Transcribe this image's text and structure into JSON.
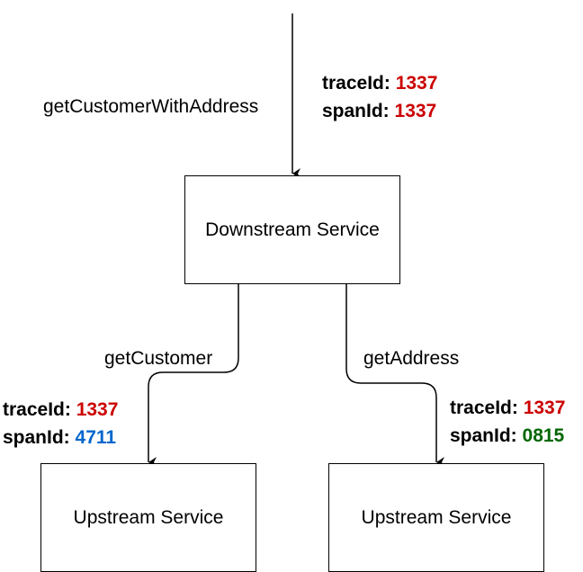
{
  "nodes": {
    "downstream": {
      "label": "Downstream Service"
    },
    "upstream_left": {
      "label": "Upstream Service"
    },
    "upstream_right": {
      "label": "Upstream Service"
    }
  },
  "edges": {
    "incoming": {
      "label": "getCustomerWithAddress"
    },
    "left": {
      "label": "getCustomer"
    },
    "right": {
      "label": "getAddress"
    }
  },
  "tags": {
    "top": {
      "trace_key": "traceId:",
      "trace_value": "1337",
      "span_key": "spanId:",
      "span_value": "1337"
    },
    "left": {
      "trace_key": "traceId:",
      "trace_value": "1337",
      "span_key": "spanId:",
      "span_value": "4711"
    },
    "right": {
      "trace_key": "traceId:",
      "trace_value": "1337",
      "span_key": "spanId:",
      "span_value": "0815"
    }
  },
  "colors": {
    "trace_id": "#cc0000",
    "span_root": "#cc0000",
    "span_left": "#0066cc",
    "span_right": "#006600",
    "stroke": "#000000"
  }
}
